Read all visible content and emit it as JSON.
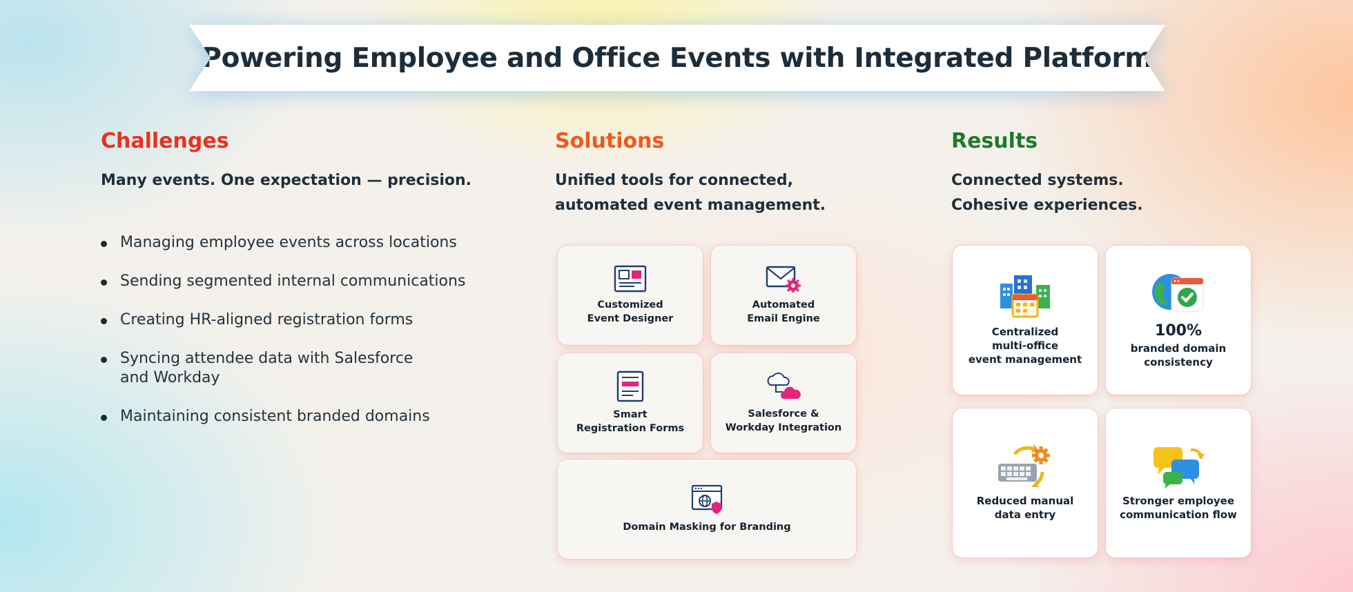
{
  "banner": {
    "title": "Powering Employee and Office Events with Integrated Platform"
  },
  "challenges": {
    "heading": "Challenges",
    "subtitle": "Many events. One expectation — precision.",
    "items": [
      "Managing employee events across locations",
      "Sending segmented internal communications",
      "Creating HR-aligned registration forms",
      "Syncing attendee data with Salesforce\nand Workday",
      "Maintaining consistent branded domains"
    ]
  },
  "solutions": {
    "heading": "Solutions",
    "subtitle": "Unified tools for connected,\nautomated event management.",
    "cards": [
      {
        "label": "Customized\nEvent Designer",
        "icon": "event-designer-icon"
      },
      {
        "label": "Automated\nEmail Engine",
        "icon": "email-engine-icon"
      },
      {
        "label": "Smart\nRegistration Forms",
        "icon": "registration-form-icon"
      },
      {
        "label": "Salesforce &\nWorkday Integration",
        "icon": "cloud-integration-icon"
      },
      {
        "label": "Domain Masking for Branding",
        "icon": "domain-masking-icon"
      }
    ]
  },
  "results": {
    "heading": "Results",
    "subtitle": "Connected systems.\nCohesive experiences.",
    "cards": [
      {
        "label": "Centralized\nmulti-office\nevent management",
        "icon": "office-buildings-icon"
      },
      {
        "stat": "100%",
        "label": "branded domain\nconsistency",
        "icon": "globe-check-icon"
      },
      {
        "label": "Reduced manual\ndata entry",
        "icon": "keyboard-automation-icon"
      },
      {
        "label": "Stronger employee\ncommunication flow",
        "icon": "chat-bubbles-icon"
      }
    ]
  },
  "colors": {
    "challenges": "#e8321f",
    "solutions": "#f2581e",
    "results": "#1f7a2a",
    "accent_pink": "#e3257d"
  }
}
